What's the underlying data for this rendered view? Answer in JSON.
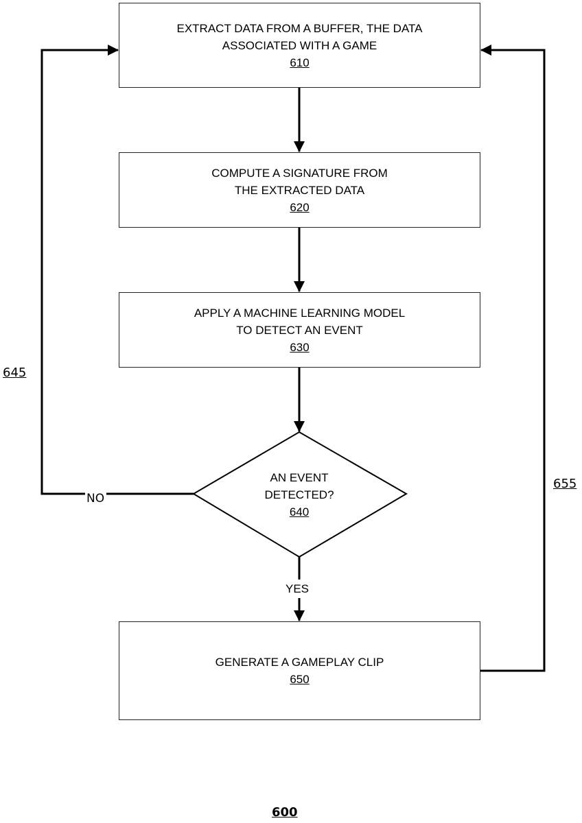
{
  "figure_label": "600",
  "nodes": {
    "n610": {
      "line1": "EXTRACT DATA FROM A BUFFER, THE DATA",
      "line2": "ASSOCIATED WITH A GAME",
      "ref": "610"
    },
    "n620": {
      "line1": "COMPUTE A SIGNATURE FROM",
      "line2": "THE EXTRACTED DATA",
      "ref": "620"
    },
    "n630": {
      "line1": "APPLY A MACHINE LEARNING MODEL",
      "line2": "TO DETECT AN EVENT",
      "ref": "630"
    },
    "n640": {
      "line1": "AN EVENT",
      "line2": "DETECTED?",
      "ref": "640"
    },
    "n650": {
      "line1": "GENERATE A GAMEPLAY CLIP",
      "ref": "650"
    }
  },
  "edges": {
    "no_label": "NO",
    "yes_label": "YES",
    "loop_left_ref": "645",
    "loop_right_ref": "655"
  }
}
